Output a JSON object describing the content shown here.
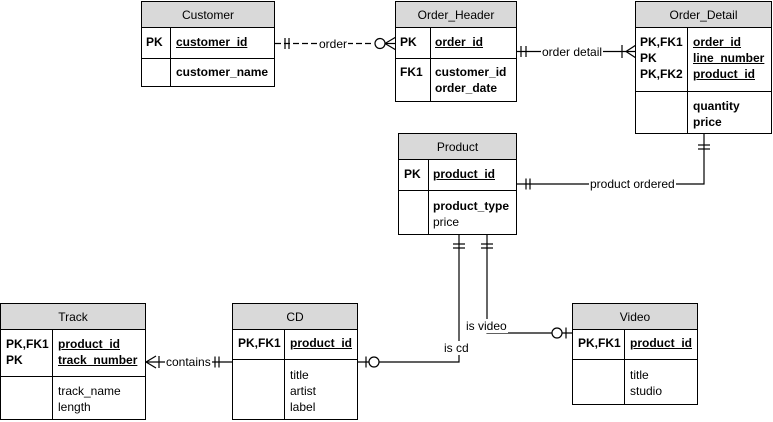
{
  "entities": {
    "customer": {
      "name": "Customer",
      "rows": [
        {
          "keys": [
            "PK"
          ],
          "fields": [
            {
              "text": "customer_id",
              "style": "pk"
            }
          ]
        },
        {
          "keys": [],
          "fields": [
            {
              "text": "customer_name",
              "style": "b"
            }
          ]
        }
      ]
    },
    "order_header": {
      "name": "Order_Header",
      "rows": [
        {
          "keys": [
            "PK"
          ],
          "fields": [
            {
              "text": "order_id",
              "style": "pk"
            }
          ]
        },
        {
          "keys": [
            "FK1"
          ],
          "fields": [
            {
              "text": "customer_id",
              "style": "b"
            },
            {
              "text": "order_date",
              "style": "b"
            }
          ]
        }
      ]
    },
    "order_detail": {
      "name": "Order_Detail",
      "rows": [
        {
          "keys": [
            "PK,FK1",
            "PK",
            "PK,FK2"
          ],
          "fields": [
            {
              "text": "order_id",
              "style": "pk"
            },
            {
              "text": "line_number",
              "style": "pk"
            },
            {
              "text": "product_id",
              "style": "pk"
            }
          ]
        },
        {
          "keys": [],
          "fields": [
            {
              "text": "quantity",
              "style": "b"
            },
            {
              "text": "price",
              "style": "b"
            }
          ]
        }
      ]
    },
    "product": {
      "name": "Product",
      "rows": [
        {
          "keys": [
            "PK"
          ],
          "fields": [
            {
              "text": "product_id",
              "style": "pk"
            }
          ]
        },
        {
          "keys": [],
          "fields": [
            {
              "text": "product_type",
              "style": "b"
            },
            {
              "text": "price",
              "style": "n"
            }
          ]
        }
      ]
    },
    "track": {
      "name": "Track",
      "rows": [
        {
          "keys": [
            "PK,FK1",
            "PK"
          ],
          "fields": [
            {
              "text": "product_id",
              "style": "pk"
            },
            {
              "text": "track_number",
              "style": "pk"
            }
          ]
        },
        {
          "keys": [],
          "fields": [
            {
              "text": "track_name",
              "style": "n"
            },
            {
              "text": "length",
              "style": "n"
            }
          ]
        }
      ]
    },
    "cd": {
      "name": "CD",
      "rows": [
        {
          "keys": [
            "PK,FK1"
          ],
          "fields": [
            {
              "text": "product_id",
              "style": "pk"
            }
          ]
        },
        {
          "keys": [],
          "fields": [
            {
              "text": "title",
              "style": "n"
            },
            {
              "text": "artist",
              "style": "n"
            },
            {
              "text": "label",
              "style": "n"
            }
          ]
        }
      ]
    },
    "video": {
      "name": "Video",
      "rows": [
        {
          "keys": [
            "PK,FK1"
          ],
          "fields": [
            {
              "text": "product_id",
              "style": "pk"
            }
          ]
        },
        {
          "keys": [],
          "fields": [
            {
              "text": "title",
              "style": "n"
            },
            {
              "text": "studio",
              "style": "n"
            }
          ]
        }
      ]
    }
  },
  "relationships": {
    "order": "order",
    "order_detail": "order detail",
    "product_ordered": "product ordered",
    "contains": "contains",
    "is_cd": "is cd",
    "is_video": "is video"
  }
}
